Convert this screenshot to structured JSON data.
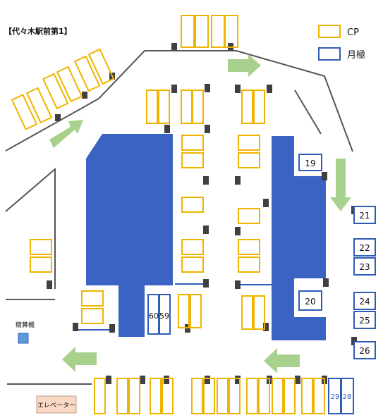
{
  "title": "【代々木駅前第1】",
  "legend": {
    "cp_label": "CP",
    "monthly_label": "月極"
  },
  "colors": {
    "cp": "#f0b400",
    "monthly": "#2e5cb8",
    "building": "#3a63c4",
    "arrow": "#a9d18e",
    "wall": "#555555",
    "pillar": "#404040",
    "elevator_fill": "#f8d8c4",
    "machine": "#5b9bd5"
  },
  "labels": {
    "machine": "精算機",
    "elevator": "エレベーター"
  },
  "monthly_spots": [
    "19",
    "20",
    "21",
    "22",
    "23",
    "24",
    "25",
    "26",
    "28",
    "29",
    "59",
    "60"
  ]
}
